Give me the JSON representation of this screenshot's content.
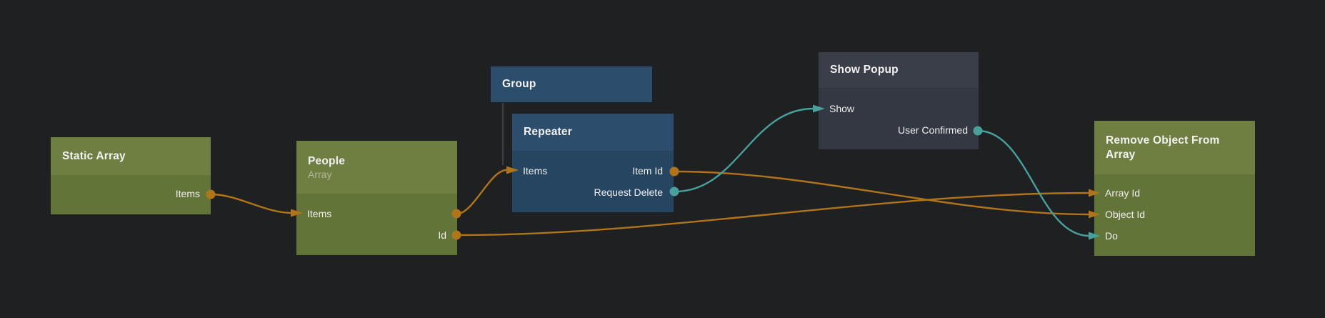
{
  "app": {
    "view": "node-graph-canvas"
  },
  "colors": {
    "background": "#1f2021",
    "data_connection": "#b0741a",
    "signal_connection": "#49a09b",
    "hierarchy_line": "#3c3d3d",
    "node_themes": {
      "green": {
        "header": "#6e7f41",
        "body": "#637439"
      },
      "blue": {
        "header": "#2c4e6c",
        "body": "#264560"
      },
      "slate": {
        "header": "#3a3e49",
        "body": "#343842"
      }
    }
  },
  "nodes": [
    {
      "title": "Static Array",
      "theme": "green",
      "ports": [
        {
          "label": "Items",
          "direction": "out",
          "kind": "data"
        }
      ]
    },
    {
      "title": "People",
      "subtitle": "Array",
      "theme": "green",
      "ports": [
        {
          "label": "Items",
          "direction": "inout",
          "kind": "data"
        },
        {
          "label": "Id",
          "direction": "out",
          "kind": "data"
        }
      ]
    },
    {
      "title": "Group",
      "theme": "blue",
      "ports": []
    },
    {
      "title": "Repeater",
      "theme": "blue",
      "ports": [
        {
          "label": "Items",
          "direction": "in",
          "kind": "data"
        },
        {
          "label": "Item Id",
          "direction": "out",
          "kind": "data"
        },
        {
          "label": "Request Delete",
          "direction": "out",
          "kind": "signal"
        }
      ]
    },
    {
      "title": "Show Popup",
      "theme": "slate",
      "ports": [
        {
          "label": "Show",
          "direction": "in",
          "kind": "signal"
        },
        {
          "label": "User Confirmed",
          "direction": "out",
          "kind": "signal"
        }
      ]
    },
    {
      "title": "Remove Object From Array",
      "theme": "green",
      "ports": [
        {
          "label": "Array Id",
          "direction": "in",
          "kind": "data"
        },
        {
          "label": "Object Id",
          "direction": "in",
          "kind": "data"
        },
        {
          "label": "Do",
          "direction": "in",
          "kind": "signal"
        }
      ]
    }
  ],
  "hierarchy": [
    {
      "parent": "Group",
      "child": "Repeater"
    }
  ],
  "connections": [
    {
      "from": "Static Array.Items",
      "to": "People.Items",
      "kind": "data"
    },
    {
      "from": "People.Items",
      "to": "Repeater.Items",
      "kind": "data"
    },
    {
      "from": "People.Id",
      "to": "Remove Object From Array.Array Id",
      "kind": "data"
    },
    {
      "from": "Repeater.Item Id",
      "to": "Remove Object From Array.Object Id",
      "kind": "data"
    },
    {
      "from": "Repeater.Request Delete",
      "to": "Show Popup.Show",
      "kind": "signal"
    },
    {
      "from": "Show Popup.User Confirmed",
      "to": "Remove Object From Array.Do",
      "kind": "signal"
    }
  ]
}
